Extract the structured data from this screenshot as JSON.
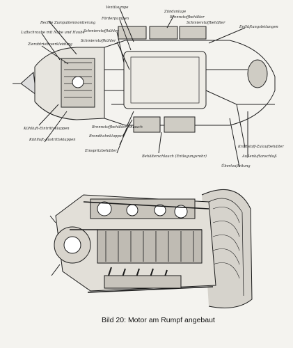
{
  "top_diagram": {
    "labels": [
      "Rechte Zumpaltenmontierung",
      "Luftschraube mit Nabe und Haube",
      "Zierabtriebsverkleidung",
      "Kühlluft-Eintrittsklappen",
      "Kühlluft-Austrittsklappen",
      "Ventilsumpe",
      "Förderpumpen",
      "Schmierstoffkühler",
      "Schmierstoffkühler",
      "Zündanlage",
      "Brennstoffbehälter",
      "Schmierstoffbehälter",
      "Entlüftungsleitungen",
      "Brennstoffbehälterschlauch",
      "Brandhahnklappe",
      "Kraftstoff-Zulaufbehälter",
      "Außenluftanschluß",
      "Überlaufleitung",
      "Behälterschlauch (Entlegungsrohr)",
      "Einspritzbehälter"
    ]
  },
  "caption": "Bild 20: Motor am Rumpf angebaut"
}
